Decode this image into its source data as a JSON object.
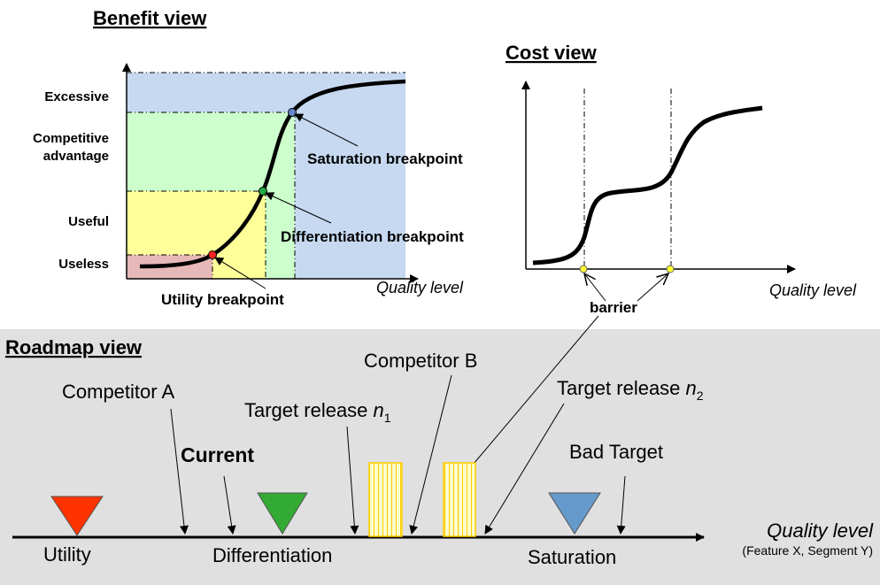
{
  "benefit": {
    "title": "Benefit view",
    "levels": [
      "Excessive",
      "Competitive",
      "advantage",
      "Useful",
      "Useless"
    ],
    "saturation": "Saturation breakpoint",
    "differentiation": "Differentiation breakpoint",
    "utility": "Utility breakpoint",
    "xaxis": "Quality level"
  },
  "cost": {
    "title": "Cost view",
    "xaxis": "Quality level",
    "barrier": "barrier"
  },
  "roadmap": {
    "title": "Roadmap view",
    "competitor_a": "Competitor A",
    "competitor_b": "Competitor B",
    "current": "Current",
    "target_n1": "Target release ",
    "target_n1_var": "n",
    "target_n1_sub": "1",
    "target_n2": "Target release ",
    "target_n2_var": "n",
    "target_n2_sub": "2",
    "bad_target": "Bad Target",
    "utility": "Utility",
    "differentiation": "Differentiation",
    "saturation": "Saturation",
    "xaxis": "Quality level",
    "xaxis_sub": "(Feature X, Segment Y)"
  },
  "colors": {
    "useless": "#e6b8b8",
    "useful": "#ffff99",
    "competitive": "#ccffcc",
    "excessive": "#c6d9f0",
    "roadmap_bg": "#e0e0e0",
    "utility_marker": "#ff3300",
    "differentiation_marker": "#33aa33",
    "saturation_marker": "#6699cc",
    "release_box": "#ffcc00"
  }
}
